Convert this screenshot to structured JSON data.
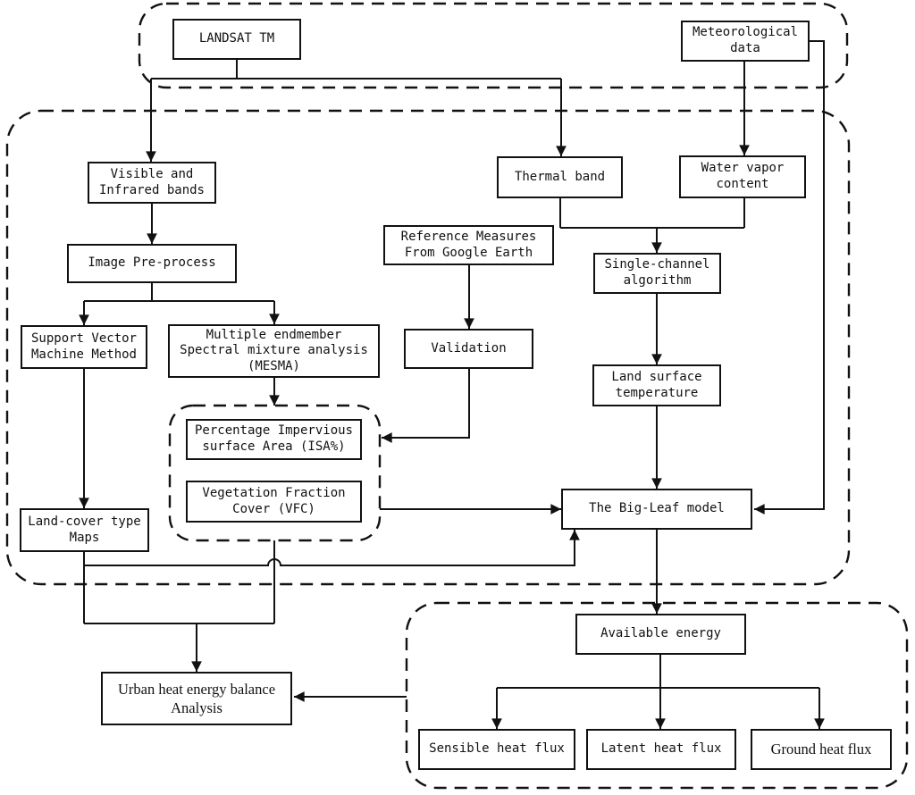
{
  "diagram": {
    "type": "flowchart",
    "background_color": "#ffffff",
    "line_color": "#000000",
    "box_fill": "#ffffff",
    "nodes": {
      "landsat": {
        "label": "LANDSAT TM"
      },
      "met_data": {
        "label": "Meteorological\ndata"
      },
      "visible_infrared": {
        "label": "Visible and\nInfrared bands"
      },
      "thermal_band": {
        "label": "Thermal band"
      },
      "water_vapor": {
        "label": "Water vapor\ncontent"
      },
      "image_preprocess": {
        "label": "Image Pre-process"
      },
      "reference_measures": {
        "label": "Reference Measures\nFrom Google Earth"
      },
      "single_channel": {
        "label": "Single-channel\nalgorithm"
      },
      "svm": {
        "label": "Support Vector\nMachine Method"
      },
      "mesma": {
        "label": "Multiple endmember\nSpectral mixture analysis\n(MESMA)"
      },
      "validation": {
        "label": "Validation"
      },
      "land_surface_temp": {
        "label": "Land surface\ntemperature"
      },
      "isa": {
        "label": "Percentage Impervious\nsurface Area (ISA%)"
      },
      "vfc": {
        "label": "Vegetation Fraction\nCover (VFC)"
      },
      "land_cover_maps": {
        "label": "Land-cover type\nMaps"
      },
      "big_leaf": {
        "label": "The Big-Leaf model"
      },
      "available_energy": {
        "label": "Available energy"
      },
      "urban_heat": {
        "label": "Urban heat energy balance\nAnalysis"
      },
      "sensible": {
        "label": "Sensible heat flux"
      },
      "latent": {
        "label": "Latent heat flux"
      },
      "ground": {
        "label": "Ground heat flux"
      }
    },
    "containers": [
      "input-data-group",
      "processing-group",
      "fraction-group",
      "energy-group"
    ],
    "edges": [
      {
        "from": "landsat",
        "to": "visible_infrared"
      },
      {
        "from": "landsat",
        "to": "thermal_band"
      },
      {
        "from": "met_data",
        "to": "water_vapor"
      },
      {
        "from": "met_data",
        "to": "big_leaf"
      },
      {
        "from": "visible_infrared",
        "to": "image_preprocess"
      },
      {
        "from": "image_preprocess",
        "to": "svm"
      },
      {
        "from": "image_preprocess",
        "to": "mesma"
      },
      {
        "from": "svm",
        "to": "land_cover_maps"
      },
      {
        "from": "mesma",
        "to": "fraction-group"
      },
      {
        "from": "thermal_band",
        "to": "single_channel"
      },
      {
        "from": "water_vapor",
        "to": "single_channel"
      },
      {
        "from": "single_channel",
        "to": "land_surface_temp"
      },
      {
        "from": "land_surface_temp",
        "to": "big_leaf"
      },
      {
        "from": "reference_measures",
        "to": "validation"
      },
      {
        "from": "validation",
        "to": "fraction-group"
      },
      {
        "from": "fraction-group",
        "to": "big_leaf"
      },
      {
        "from": "land_cover_maps",
        "to": "big_leaf"
      },
      {
        "from": "land_cover_maps",
        "to": "urban_heat"
      },
      {
        "from": "fraction-group",
        "to": "urban_heat"
      },
      {
        "from": "big_leaf",
        "to": "available_energy"
      },
      {
        "from": "available_energy",
        "to": "sensible"
      },
      {
        "from": "available_energy",
        "to": "latent"
      },
      {
        "from": "available_energy",
        "to": "ground"
      },
      {
        "from": "energy-group",
        "to": "urban_heat"
      }
    ]
  }
}
